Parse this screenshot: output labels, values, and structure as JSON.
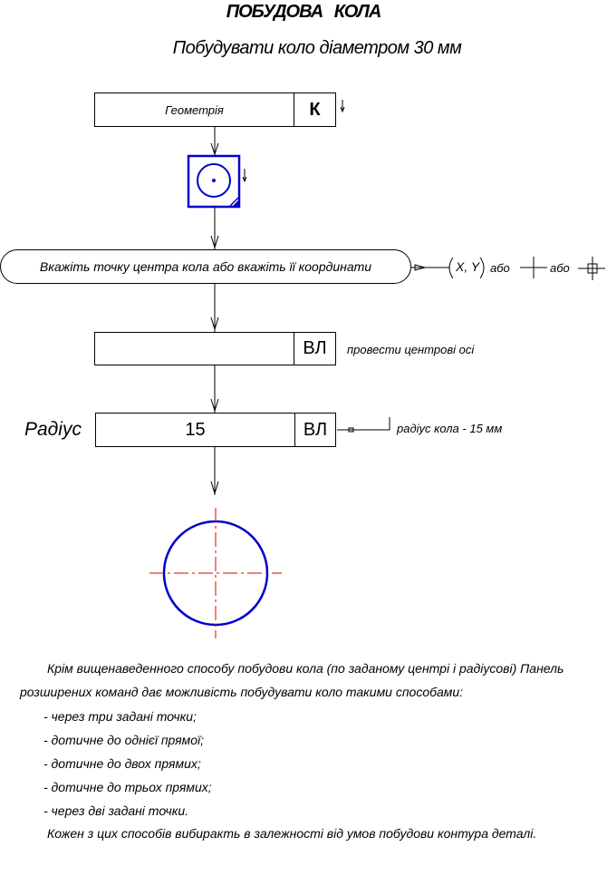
{
  "header": {
    "title": "ПОБУДОВА КОЛА",
    "subtitle": "Побудувати коло діаметром 30 мм"
  },
  "flow": {
    "geometry_label": "Геометрія",
    "geometry_key": "К",
    "prompt": "Вкажіть точку центра кола або вкажіть її координати",
    "coords_label": "X, Y",
    "or_label_1": "або",
    "or_label_2": "або",
    "axes_key": "ВЛ",
    "axes_note": "провести центрові осі",
    "radius_label": "Радіус",
    "radius_value": "15",
    "radius_key": "ВЛ",
    "radius_note": "радіус кола - 15 мм"
  },
  "text": {
    "paragraph_1": "Крім вищенаведенного способу побудови кола (по заданому центрі і радіусові) Панель розширених команд дає можливість побудувати коло такими способами:",
    "bullets": [
      "-  через три задані точки;",
      "-  дотичне до однієї прямої;",
      "-  дотичне до двох прямих;",
      "-  дотичне до трьох прямих;",
      "-  через дві задані точки."
    ],
    "paragraph_2": "Кожен з цих способів вибиракть в залежності від умов побудови контура деталі."
  },
  "colors": {
    "circle": "#0000cc",
    "axis": "#dd0000",
    "icon": "#0000cc"
  }
}
